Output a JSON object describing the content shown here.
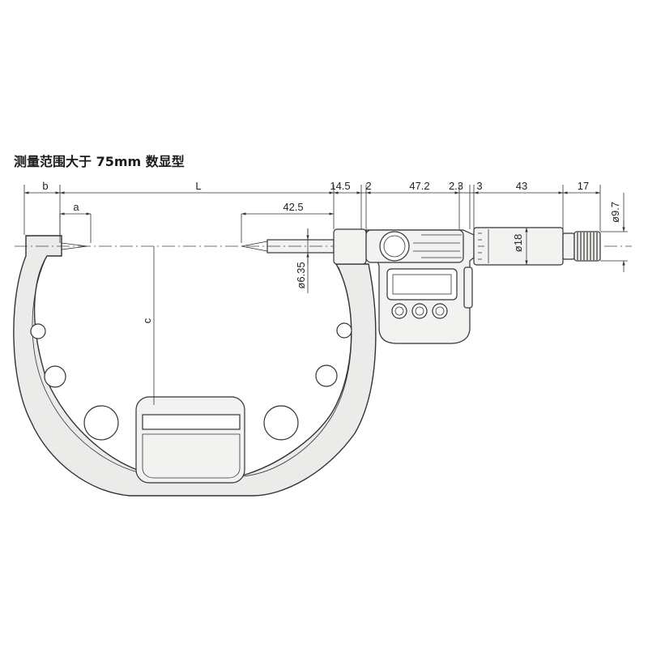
{
  "title": "测量范围大于 75mm 数显型",
  "dimensions": {
    "b": "b",
    "a": "a",
    "L": "L",
    "c": "c",
    "d42_5": "42.5",
    "d14_5": "14.5",
    "d2": "2",
    "d47_2": "47.2",
    "d2_3": "2.3",
    "d3": "3",
    "d43": "43",
    "d17": "17",
    "dia6_35": "ø6.35",
    "dia18": "ø18",
    "dia9_7": "ø9.7"
  }
}
